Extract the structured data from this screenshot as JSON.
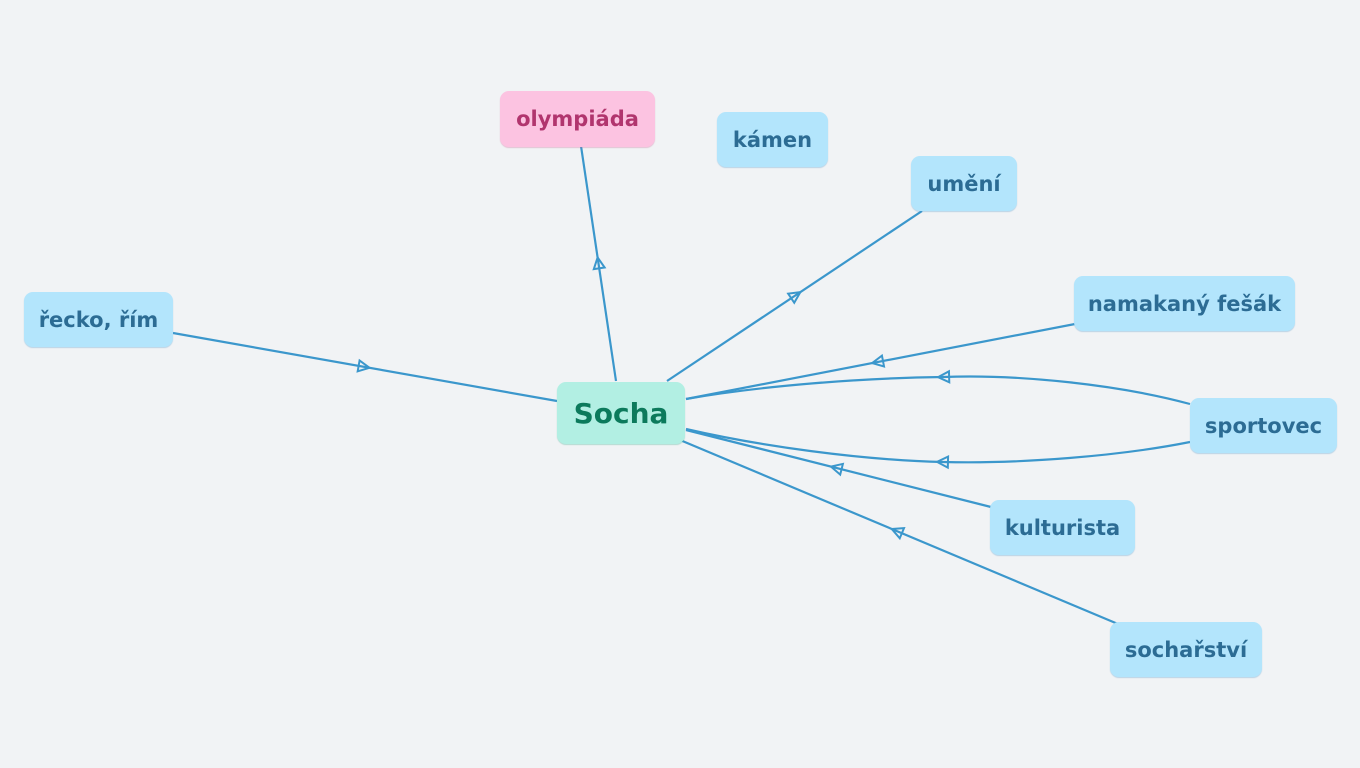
{
  "colors": {
    "background": "#f1f3f5",
    "edge": "#3b97cc",
    "topic_fill": "#b3e5fc",
    "topic_text": "#2c6c94",
    "highlight_fill": "#fcc3e1",
    "highlight_text": "#b1356e",
    "root_fill": "#b2efe3",
    "root_text": "#0c7a5c"
  },
  "root": {
    "label": "Socha"
  },
  "nodes": {
    "olympiada": {
      "label": "olympiáda"
    },
    "kamen": {
      "label": "kámen"
    },
    "umeni": {
      "label": "umění"
    },
    "namakany_fesak": {
      "label": "namakaný fešák"
    },
    "sportovec": {
      "label": "sportovec"
    },
    "kulturista": {
      "label": "kulturista"
    },
    "socharstvi": {
      "label": "sochařství"
    },
    "recko_rim": {
      "label": "řecko, řím"
    }
  },
  "connections": [
    {
      "from": "root",
      "to": "olympiada"
    },
    {
      "from": "root",
      "to": "umeni"
    },
    {
      "from": "namakany_fesak",
      "to": "root"
    },
    {
      "from": "sportovec",
      "to": "root"
    },
    {
      "from": "sportovec",
      "to": "root"
    },
    {
      "from": "kulturista",
      "to": "root"
    },
    {
      "from": "socharstvi",
      "to": "root"
    },
    {
      "from": "recko_rim",
      "to": "root"
    }
  ]
}
